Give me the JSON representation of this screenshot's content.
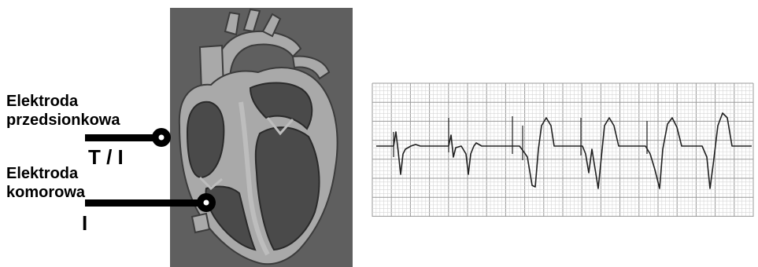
{
  "labels": {
    "atrial_electrode": [
      "Elektroda",
      "przedsionkowa"
    ],
    "atrial_code": "T / I",
    "ventricular_electrode": [
      "Elektroda",
      "komorowa"
    ],
    "ventricular_code": "I"
  },
  "colors": {
    "panel_bg": "#5f5f5f",
    "heart_fill": "#a9a9a9",
    "heart_dark": "#4a4a4a",
    "ecg_grid_minor": "#d6d6d6",
    "ecg_grid_major": "#9a9a9a",
    "ecg_trace": "#202020",
    "lead": "#000000"
  }
}
